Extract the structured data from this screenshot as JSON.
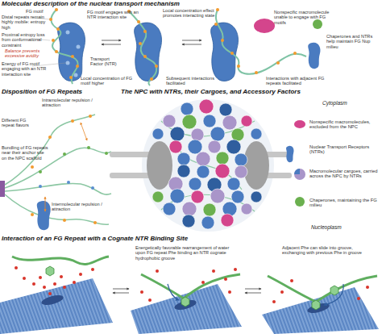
{
  "diagram": {
    "labels": [
      "Molecular description of the nuclear transport mechanism",
      "FG motif",
      "Distal repeats remain highly mobile: entropy high",
      "FG motif engages with an NTR interaction site",
      "Local concentration effect promotes interacting state",
      "Nonspecific macromolecule unable to engage with FG motifs",
      "Proximal entropy loss from conformational constraint",
      "Chaperones and NTRs help maintain FG Nup milieu",
      "Balance prevents excessive avidity",
      "Energy of FG motif engaging with an NTR interaction site",
      "Transport Factor (NTR)",
      "Local concentration of FG motif higher",
      "Subsequent interactions facilitated",
      "Interactions with adjacent FG repeats facilitated",
      "Disposition of FG Repeats",
      "The NPC with NTRs, their Cargoes, and Accessory Factors",
      "Intramolecular repulsion / attraction",
      "Cytoplasm",
      "Different FG repeat flavors",
      "Bundling of FG repeats near their anchor site on the NPC scaffold",
      "Intermolecular repulsion / attraction",
      "Nucleoplasm",
      "Interaction of an FG Repeat with a Cognate NTR Binding Site",
      "Energetically favorable rearrangement of water upon FG repeat Phe binding an NTR cognate hydrophobic groove",
      "Adjacent Phe can slide into groove, exchanging with previous Phe in groove"
    ],
    "legend": [
      {
        "text": "Nonspecific macromolecules, excluded from the NPC"
      },
      {
        "text": "Nuclear Transport Receptors (NTRs)"
      },
      {
        "text": "Macromolecular cargoes, carried across the NPC by NTRs"
      },
      {
        "text": "Chaperones, maintaining the FG milieu"
      }
    ]
  }
}
